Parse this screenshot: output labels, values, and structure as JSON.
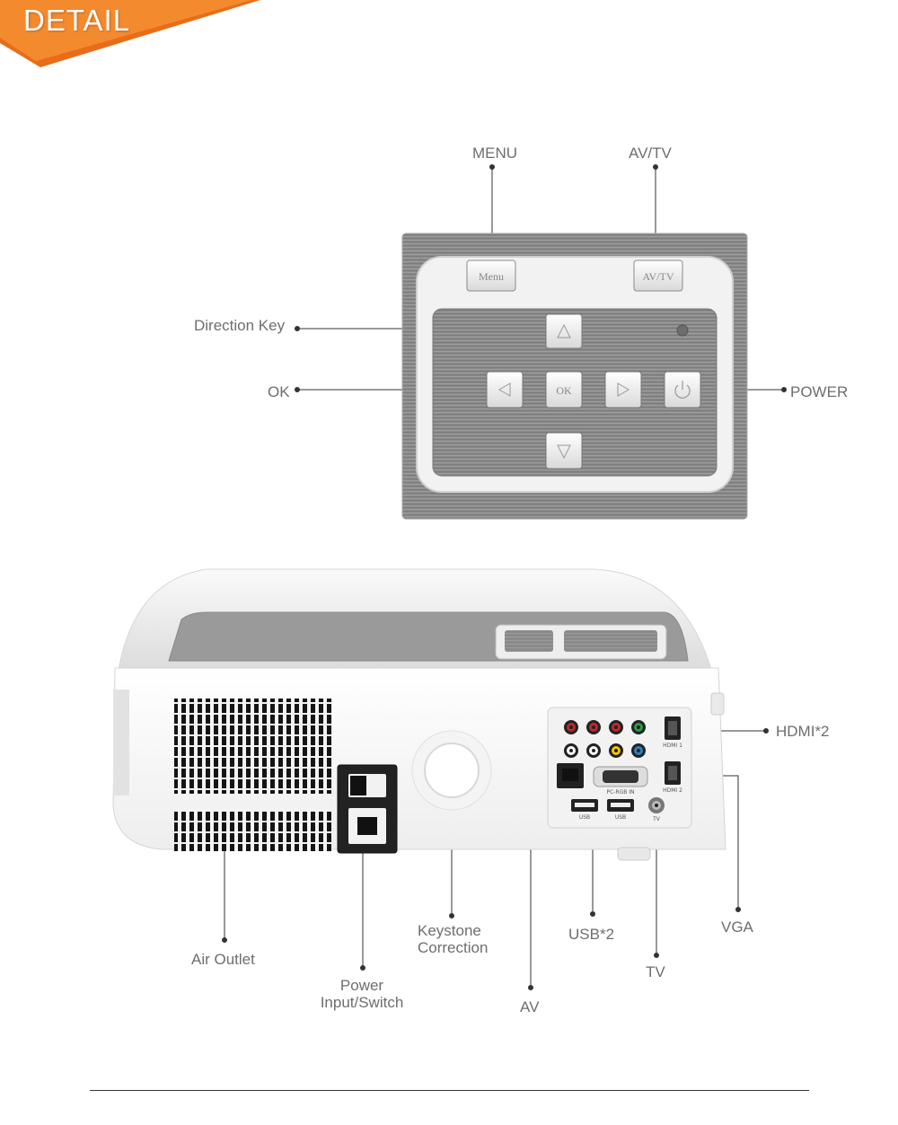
{
  "banner": {
    "title": "DETAIL",
    "color": "#f07a22"
  },
  "panel": {
    "buttons": {
      "menu": "Menu",
      "avtv": "AV/TV",
      "ok": "OK",
      "up_icon": "triangle-up-icon",
      "down_icon": "triangle-down-icon",
      "left_icon": "triangle-left-icon",
      "right_icon": "triangle-right-icon",
      "power_icon": "power-icon"
    }
  },
  "callouts": {
    "menu": "MENU",
    "avtv": "AV/TV",
    "direction_key": "Direction Key",
    "ok": "OK",
    "power": "POWER",
    "hdmi": "HDMI*2",
    "air_outlet": "Air Outlet",
    "power_input": "Power Input/Switch",
    "keystone": "Keystone Correction",
    "usb": "USB*2",
    "vga": "VGA",
    "tv": "TV",
    "av": "AV"
  },
  "ports": {
    "pc_rgb": "PC-RGB IN",
    "usb_a": "USB",
    "usb_b": "USB",
    "tv": "TV",
    "hdmi1": "HDMI 1",
    "hdmi2": "HDMI 2"
  },
  "colors": {
    "text": "#6e6e6e",
    "brushed_metal": "#8c8c8c",
    "jack_red": "#c0272d",
    "jack_green": "#2e9a47",
    "jack_yellow": "#f2c500",
    "jack_blue": "#2f7fc1"
  }
}
